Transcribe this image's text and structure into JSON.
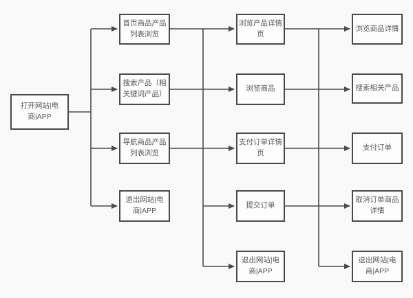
{
  "diagram": {
    "type": "flowchart",
    "colors": {
      "background": "#f9f9f9",
      "line": "#4a4a4a",
      "box_border": "#4a4a4a",
      "box_fill": "#fdfdfd",
      "text": "#595959"
    },
    "columns": [
      {
        "boxes": [
          {
            "id": "open-site-app",
            "label": "打开网站|电\n商|APP"
          }
        ]
      },
      {
        "boxes": [
          {
            "id": "home-list-browse",
            "label": "首页商品产品\n列表浏览"
          },
          {
            "id": "search-product",
            "label": "搜索产品（相\n关键词产品）"
          },
          {
            "id": "nav-list-browse",
            "label": "导航商品产品\n列表浏览"
          },
          {
            "id": "exit-site-app-2",
            "label": "退出网站|电\n商|APP"
          }
        ]
      },
      {
        "boxes": [
          {
            "id": "browse-detail-page",
            "label": "浏览产品详情\n页"
          },
          {
            "id": "browse-product",
            "label": "浏览商品"
          },
          {
            "id": "pay-order-detail-page",
            "label": "支付订单详情\n页"
          },
          {
            "id": "submit-order",
            "label": "提交订单"
          },
          {
            "id": "exit-site-app-3",
            "label": "退出网站|电\n商|APP"
          }
        ]
      },
      {
        "boxes": [
          {
            "id": "browse-product-detail",
            "label": "浏览商品详情"
          },
          {
            "id": "search-related",
            "label": "搜索相关产品"
          },
          {
            "id": "pay-order",
            "label": "支付订单"
          },
          {
            "id": "cancel-order-detail",
            "label": "取消订单商品\n详情"
          },
          {
            "id": "exit-site-app-4",
            "label": "退出网站|电\n商|APP"
          }
        ]
      }
    ],
    "edges": [
      {
        "from": [
          "open-site-app"
        ],
        "via": "branch-trunk-1",
        "to": [
          "home-list-browse",
          "search-product",
          "nav-list-browse",
          "exit-site-app-2"
        ]
      },
      {
        "from": [
          "home-list-browse",
          "search-product",
          "nav-list-browse"
        ],
        "via": "shared-bus-2",
        "to": [
          "browse-detail-page",
          "browse-product",
          "pay-order-detail-page",
          "submit-order",
          "exit-site-app-3"
        ]
      },
      {
        "from": [
          "browse-detail-page",
          "browse-product",
          "pay-order-detail-page",
          "submit-order"
        ],
        "via": "shared-bus-3",
        "to": [
          "browse-product-detail",
          "search-related",
          "pay-order",
          "cancel-order-detail",
          "exit-site-app-4"
        ]
      }
    ]
  }
}
